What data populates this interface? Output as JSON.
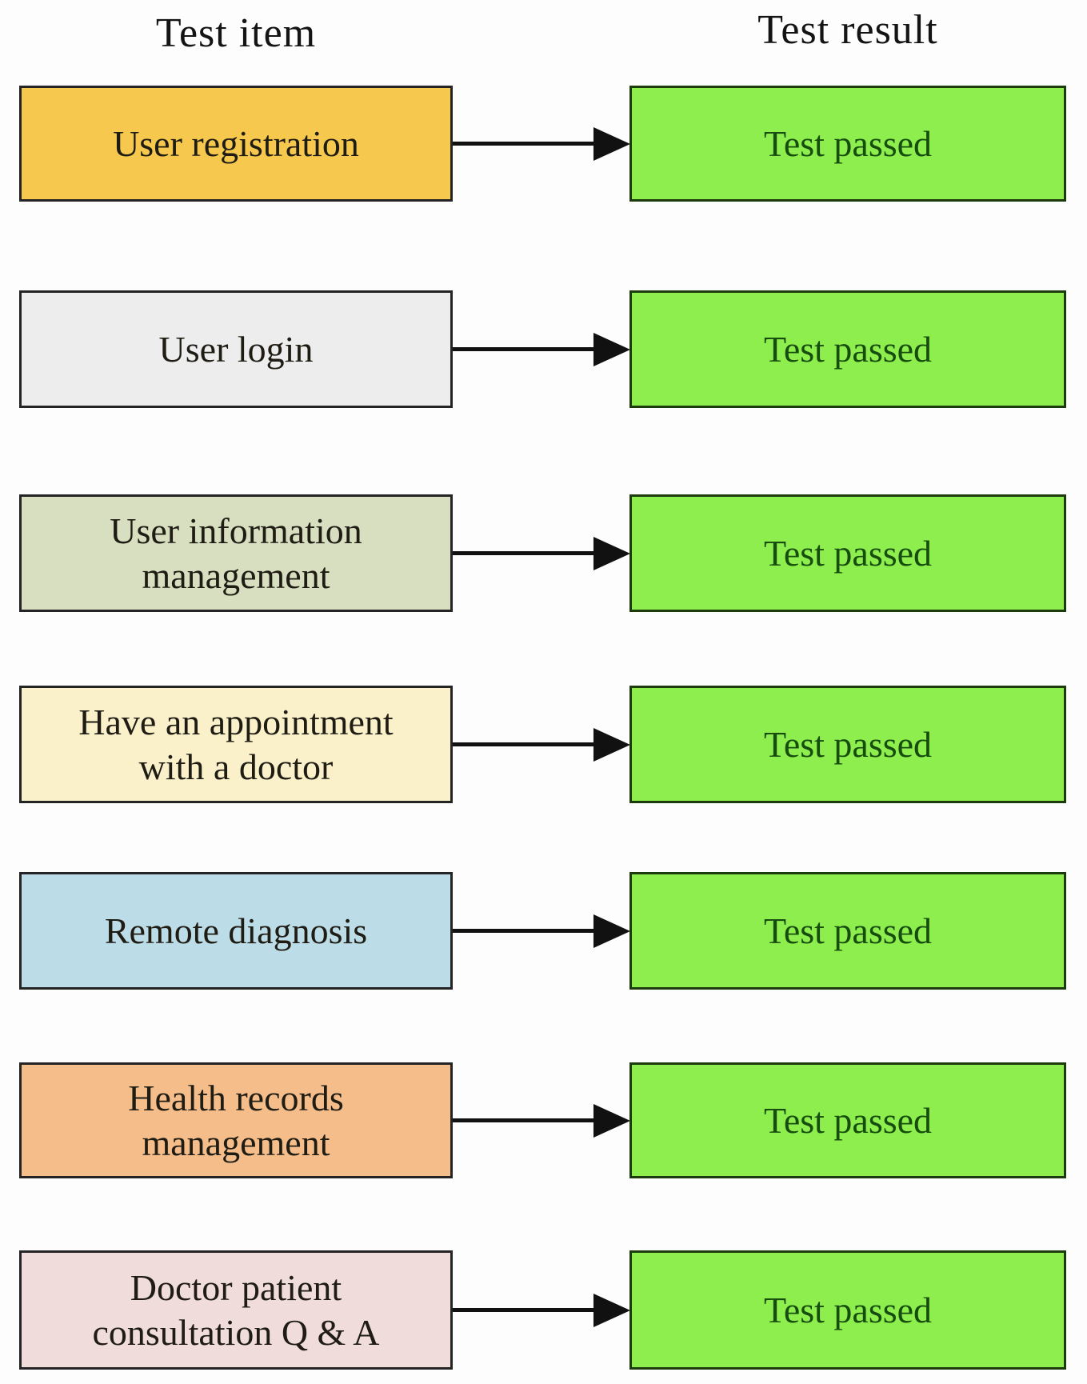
{
  "figure": {
    "left_header": "Test item",
    "right_header": "Test result"
  },
  "rows": [
    {
      "item": "User registration",
      "item_bg": "#f6c84e",
      "result": "Test passed"
    },
    {
      "item": "User login",
      "item_bg": "#ededee",
      "result": "Test passed"
    },
    {
      "item": "User information\nmanagement",
      "item_bg": "#d8dfc0",
      "result": "Test passed"
    },
    {
      "item": "Have an appointment\nwith a doctor",
      "item_bg": "#faf1ca",
      "result": "Test passed"
    },
    {
      "item": "Remote diagnosis",
      "item_bg": "#bcdce8",
      "result": "Test passed"
    },
    {
      "item": "Health records\nmanagement",
      "item_bg": "#f5bd8a",
      "result": "Test passed"
    },
    {
      "item": "Doctor patient\nconsultation Q & A",
      "item_bg": "#f0dcdb",
      "result": "Test passed"
    }
  ],
  "colors": {
    "result_bg": "#8eee4e",
    "result_border": "#1c3a0c",
    "result_text": "#164d0e",
    "item_border": "#242424",
    "item_text": "#1f1c14",
    "arrow": "#111111"
  }
}
